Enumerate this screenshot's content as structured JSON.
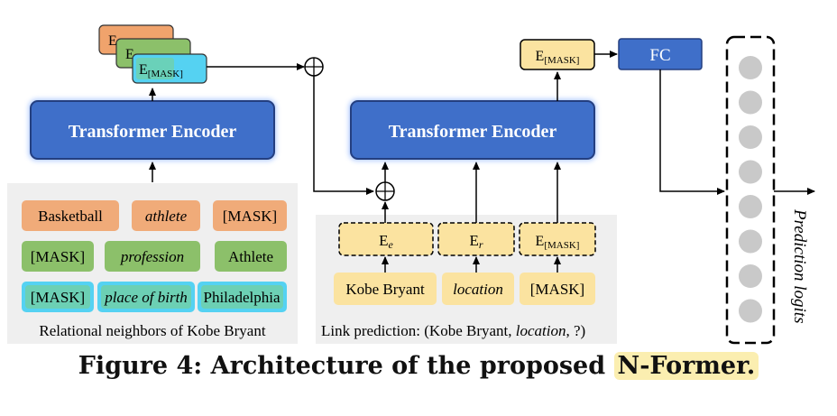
{
  "left_panel": {
    "stack_cards": [
      "E",
      "E",
      "E[MASK]"
    ],
    "encoder_label": "Transformer Encoder",
    "tokens": [
      [
        "Basketball",
        "athlete",
        "[MASK]"
      ],
      [
        "[MASK]",
        "profession",
        "Athlete"
      ],
      [
        "[MASK]",
        "place of birth",
        "Philadelphia"
      ]
    ],
    "caption": "Relational neighbors of Kobe Bryant"
  },
  "right_panel": {
    "encoder_label": "Transformer Encoder",
    "output_embedding": "E[MASK]",
    "fc_label": "FC",
    "embeddings": [
      "E_e",
      "E_r",
      "E[MASK]"
    ],
    "inputs": [
      "Kobe Bryant",
      "location",
      "[MASK]"
    ],
    "caption_prefix": "Link prediction: (Kobe Bryant, ",
    "caption_italic": "location",
    "caption_suffix": ", ?)"
  },
  "prediction": {
    "label": "Prediction logits",
    "node_count": 8
  },
  "figure_caption": {
    "prefix": "Figure 4: Architecture of the proposed ",
    "highlight": "N-Former."
  },
  "colors": {
    "encoder_fill": "#3f6fc9",
    "encoder_stroke": "#243f80",
    "orange": "#f0a36c",
    "green": "#8cc06a",
    "cyan": "#55d2f2",
    "yellow": "#fbe3a0",
    "panel": "#efefef",
    "node": "#c9c9c9"
  }
}
